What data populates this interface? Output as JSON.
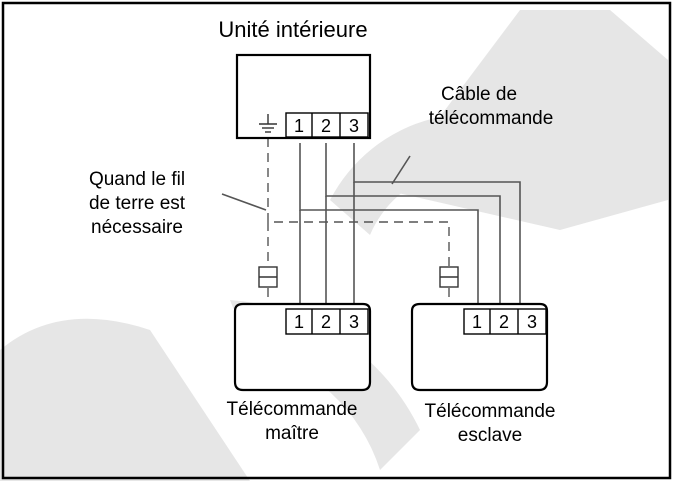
{
  "indoor_unit": {
    "title": "Unité intérieure",
    "terminals": [
      "1",
      "2",
      "3"
    ],
    "ground_icon": "earth-ground-icon"
  },
  "cable_label": {
    "line1": "Câble de",
    "line2": "télécommande"
  },
  "ground_note": {
    "line1": "Quand le fil",
    "line2": "de terre est",
    "line3": "nécessaire"
  },
  "master_remote": {
    "terminals": [
      "1",
      "2",
      "3"
    ],
    "line1": "Télécommande",
    "line2": "maître",
    "fuse_icon": "ground-terminal-icon"
  },
  "slave_remote": {
    "terminals": [
      "1",
      "2",
      "3"
    ],
    "line1": "Télécommande",
    "line2": "esclave",
    "fuse_icon": "ground-terminal-icon"
  },
  "colors": {
    "line": "#000000",
    "wire": "#555555",
    "watermark": "#e6e6e6"
  }
}
